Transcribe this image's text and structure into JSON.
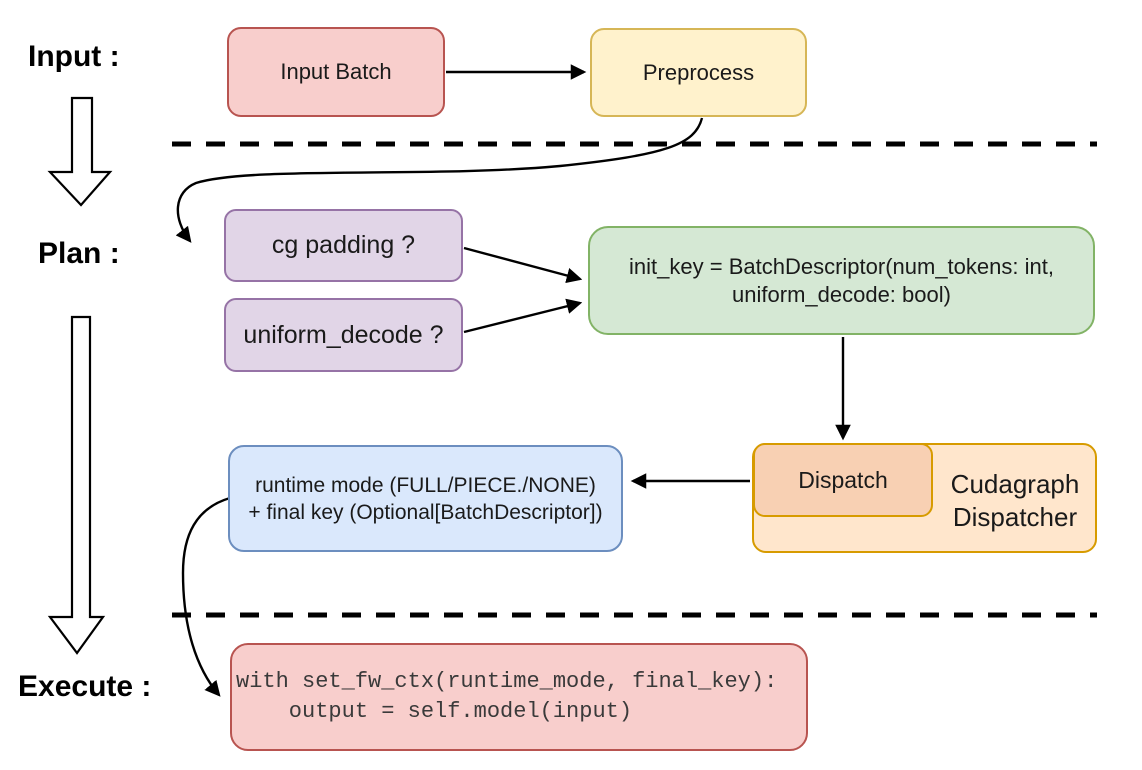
{
  "phases": {
    "input_label": "Input :",
    "plan_label": "Plan :",
    "execute_label": "Execute :"
  },
  "nodes": {
    "input_batch": {
      "label": "Input Batch",
      "fill": "#f8cecc",
      "stroke": "#b85450"
    },
    "preprocess": {
      "label": "Preprocess",
      "fill": "#fff2cc",
      "stroke": "#d6b656"
    },
    "cg_padding": {
      "label": "cg padding ?",
      "fill": "#e1d5e7",
      "stroke": "#9673a6"
    },
    "uniform_decode": {
      "label": "uniform_decode ?",
      "fill": "#e1d5e7",
      "stroke": "#9673a6"
    },
    "init_key": {
      "line1": "init_key = BatchDescriptor(num_tokens: int,",
      "line2": "uniform_decode: bool)",
      "fill": "#d5e8d4",
      "stroke": "#82b366"
    },
    "dispatch": {
      "label": "Dispatch",
      "fill": "#f8d0b3",
      "stroke": "#d79b00"
    },
    "cudagraph_dispatcher": {
      "label": "Cudagraph Dispatcher",
      "fill": "#ffe6cc",
      "stroke": "#d79b00"
    },
    "runtime_result": {
      "line1": "runtime mode (FULL/PIECE./NONE)",
      "line2": "+ final key (Optional[BatchDescriptor])",
      "fill": "#dae8fc",
      "stroke": "#6c8ebf"
    },
    "execute_code": {
      "line1": "with set_fw_ctx(runtime_mode, final_key):",
      "line2": "    output = self.model(input)",
      "fill": "#f8cecc",
      "stroke": "#b85450"
    }
  },
  "connector_color": "#000000"
}
